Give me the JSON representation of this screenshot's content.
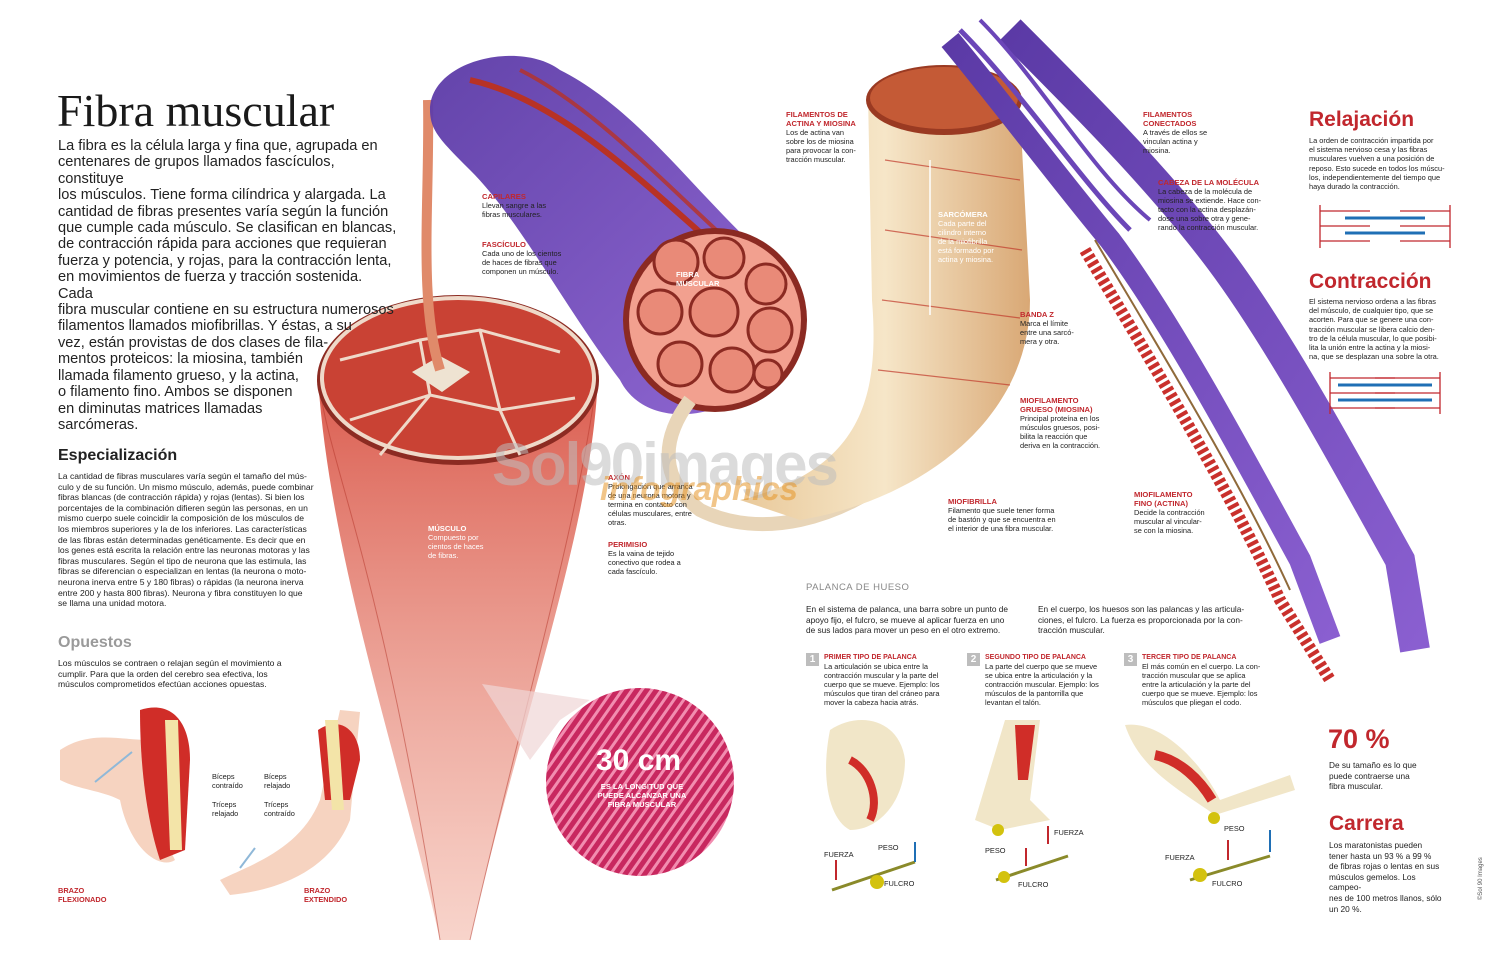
{
  "header": {
    "title": "Fibra muscular",
    "intro_lines": [
      "La fibra es la célula larga y fina que, agrupada en",
      "centenares de grupos llamados fascículos, constituye",
      "los músculos. Tiene forma cilíndrica y alargada. La",
      "cantidad de fibras presentes varía según la función",
      "que cumple cada músculo. Se clasifican en blancas,",
      "de contracción rápida para acciones que requieran",
      "fuerza y potencia, y rojas, para la contracción lenta,",
      "en movimientos de fuerza y tracción sostenida. Cada",
      "fibra muscular contiene en su estructura numerosos",
      "filamentos llamados miofibrillas. Y éstas, a su",
      "vez, están provistas de dos clases de fila-",
      "mentos proteicos: la miosina, también",
      "llamada filamento grueso, y la actina,",
      "o filamento fino. Ambos se disponen",
      "en diminutas matrices llamadas",
      "sarcómeras."
    ]
  },
  "especializacion": {
    "heading": "Especialización",
    "lines": [
      "La cantidad de fibras musculares varía según el tamaño del mús-",
      "culo y de su función. Un mismo músculo, además, puede combinar",
      "fibras blancas (de contracción rápida) y rojas (lentas). Si bien los",
      "porcentajes de la combinación difieren según las personas, en un",
      "mismo cuerpo suele coincidir la composición de los músculos de",
      "los miembros superiores y la de los inferiores. Las características",
      "de las fibras están determinadas genéticamente. Es decir que en",
      "los genes está escrita la relación entre las neuronas motoras y las",
      "fibras musculares. Según el tipo de neurona que las estimula, las",
      "fibras se diferencian o especializan en lentas (la neurona o moto-",
      "neurona inerva entre 5 y 180 fibras) o rápidas (la neurona inerva",
      "entre 200 y hasta 800 fibras). Neurona y fibra constituyen lo que",
      "se llama una unidad motora."
    ]
  },
  "opuestos": {
    "heading": "Opuestos",
    "lines": [
      "Los músculos se contraen o relajan según el movimiento a",
      "cumplir. Para que la orden del cerebro sea efectiva, los",
      "músculos comprometidos efectúan acciones opuestas."
    ],
    "flexed": {
      "biceps": [
        "Bíceps",
        "contraído"
      ],
      "triceps": [
        "Tríceps",
        "relajado"
      ],
      "caption": [
        "BRAZO",
        "FLEXIONADO"
      ]
    },
    "extended": {
      "biceps": [
        "Bíceps",
        "relajado"
      ],
      "triceps": [
        "Tríceps",
        "contraído"
      ],
      "caption": [
        "BRAZO",
        "EXTENDIDO"
      ]
    }
  },
  "labels": {
    "capilares": {
      "title": "CAPILARES",
      "text": [
        "Llevan sangre a las",
        "fibras musculares."
      ]
    },
    "fasciculo": {
      "title": "FASCÍCULO",
      "text": [
        "Cada uno de los cientos",
        "de haces de fibras que",
        "componen un músculo."
      ]
    },
    "fibra_muscular": [
      "FIBRA",
      "MUSCULAR"
    ],
    "musculo": {
      "title": "MÚSCULO",
      "text": [
        "Compuesto por",
        "cientos de haces",
        "de fibras."
      ]
    },
    "axon": {
      "title": "AXÓN",
      "text": [
        "Prolongación que arranca",
        "de una neurona motora y",
        "termina en contacto con",
        "células musculares, entre",
        "otras."
      ]
    },
    "perimisio": {
      "title": "PERIMISIO",
      "text": [
        "Es la vaina de tejido",
        "conectivo que rodea a",
        "cada fascículo."
      ]
    },
    "filamentos_actina": {
      "title": [
        "FILAMENTOS DE",
        "ACTINA Y MIOSINA"
      ],
      "text": [
        "Los de actina van",
        "sobre los de miosina",
        "para provocar la con-",
        "tracción muscular."
      ]
    },
    "sarcomera": {
      "title": "SARCÓMERA",
      "text": [
        "Cada parte del",
        "cilindro interno",
        "de la miofibrilla",
        "está formado por",
        "actina y miosina."
      ]
    },
    "banda_z": {
      "title": "BANDA Z",
      "text": [
        "Marca el límite",
        "entre una sarcó-",
        "mera y otra."
      ]
    },
    "miofibrilla": {
      "title": "MIOFIBRILLA",
      "text": [
        "Filamento que suele tener forma",
        "de bastón y que se encuentra en",
        "el interior de una fibra muscular."
      ]
    },
    "filamentos_conectados": {
      "title": [
        "FILAMENTOS",
        "CONECTADOS"
      ],
      "text": [
        "A través de ellos se",
        "vinculan actina y",
        "miosina."
      ]
    },
    "cabeza_molecula": {
      "title": "CABEZA DE LA MOLÉCULA",
      "text": [
        "La cabeza de la molécula de",
        "miosina se extiende. Hace con-",
        "tacto con la actina desplazán-",
        "dose una sobre otra y gene-",
        "rando la contracción muscular."
      ]
    },
    "miofilamento_grueso": {
      "title": [
        "MIOFILAMENTO",
        "GRUESO (MIOSINA)"
      ],
      "text": [
        "Principal proteína en los",
        "músculos gruesos, posi-",
        "bilita la reacción que",
        "deriva en la contracción."
      ]
    },
    "miofilamento_fino": {
      "title": [
        "MIOFILAMENTO",
        "FINO (ACTINA)"
      ],
      "text": [
        "Decide la contracción",
        "muscular al vincular-",
        "se con la miosina."
      ]
    }
  },
  "circle": {
    "number": "30 cm",
    "caption": [
      "ES LA LONGITUD QUE",
      "PUEDE ALCANZAR UNA",
      "FIBRA MUSCULAR"
    ]
  },
  "palanca": {
    "heading": "PALANCA DE HUESO",
    "col1": [
      "En el sistema de palanca, una barra sobre un punto de",
      "apoyo fijo, el fulcro, se mueve al aplicar fuerza en uno",
      "de sus lados para mover un peso en el otro extremo."
    ],
    "col2": [
      "En el cuerpo, los huesos son las palancas y las articula-",
      "ciones, el fulcro. La fuerza es proporcionada por la con-",
      "tracción muscular."
    ],
    "types": [
      {
        "num": "1",
        "title": "PRIMER TIPO DE PALANCA",
        "text": [
          "La articulación se ubica entre la",
          "contracción muscular y la parte del",
          "cuerpo que se mueve. Ejemplo: los",
          "músculos que tiran del cráneo para",
          "mover la cabeza hacia atrás."
        ]
      },
      {
        "num": "2",
        "title": "SEGUNDO TIPO DE PALANCA",
        "text": [
          "La parte del cuerpo que se mueve",
          "se ubica entre la articulación y la",
          "contracción muscular. Ejemplo: los",
          "músculos de la pantorrilla que",
          "levantan el talón."
        ]
      },
      {
        "num": "3",
        "title": "TERCER TIPO DE PALANCA",
        "text": [
          "El más común en el cuerpo. La con-",
          "tracción muscular que se aplica",
          "entre la articulación y la parte del",
          "cuerpo que se mueve. Ejemplo: los",
          "músculos que pliegan el codo."
        ]
      }
    ],
    "diagram_labels": {
      "fuerza": "FUERZA",
      "peso": "PESO",
      "fulcro": "FULCRO"
    }
  },
  "sidebar": {
    "relajacion": {
      "heading": "Relajación",
      "lines": [
        "La orden de contracción impartida por",
        "el sistema nervioso cesa y las fibras",
        "musculares vuelven a una posición de",
        "reposo. Esto sucede en todos los múscu-",
        "los, independientemente del tiempo que",
        "haya durado la contracción."
      ]
    },
    "contraccion": {
      "heading": "Contracción",
      "lines": [
        "El sistema nervioso ordena a las fibras",
        "del músculo, de cualquier tipo, que se",
        "acorten. Para que se genere una con-",
        "tracción muscular se libera calcio den-",
        "tro de la célula muscular, lo que posibi-",
        "lita la unión entre la actina y la miosi-",
        "na, que se desplazan una sobre la otra."
      ]
    },
    "percent": {
      "value": "70 %",
      "lines": [
        "De su tamaño es lo que",
        "puede contraerse una",
        "fibra muscular."
      ]
    },
    "carrera": {
      "heading": "Carrera",
      "lines": [
        "Los maratonistas pueden",
        "tener hasta un 93 % a 99 %",
        "de fibras rojas o lentas en sus",
        "músculos gemelos. Los campeo-",
        "nes de 100 metros llanos, sólo",
        "un 20 %."
      ]
    }
  },
  "watermark": {
    "main": "Sol90images",
    "sub": "infographics"
  },
  "credit": "©Sol 90 Images",
  "colors": {
    "accent_red": "#c1272d",
    "muscle": "#d9463a",
    "myosin_purple": "#6b46b8",
    "label_gray": "#9a9a9a"
  }
}
